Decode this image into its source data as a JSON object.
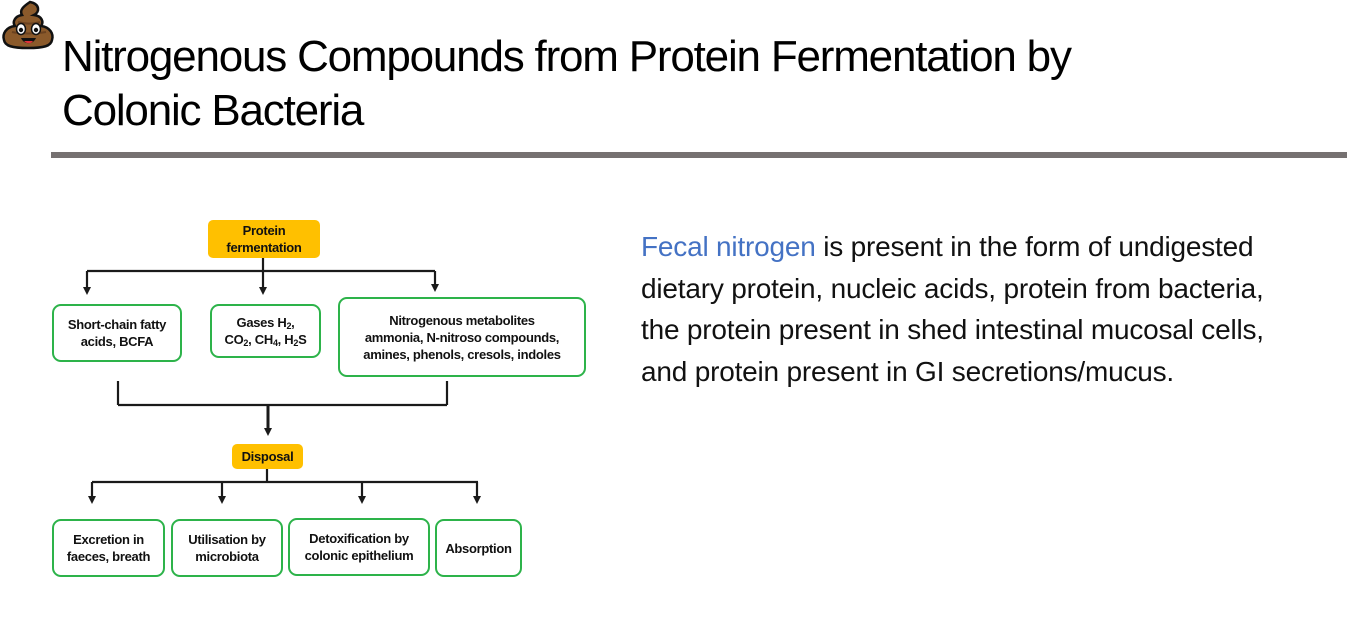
{
  "slide": {
    "title_line1": "Nitrogenous Compounds from Protein Fermentation by",
    "title_line2": "Colonic Bacteria",
    "separator_color": "#767171"
  },
  "diagram": {
    "root": {
      "label_line1": "Protein",
      "label_line2": "fermentation"
    },
    "products": [
      {
        "label_line1": "Short-chain fatty",
        "label_line2": "acids, BCFA"
      },
      {
        "label_line1": "Gases H",
        "h2_sub": "2",
        "h2_suffix": ",",
        "label_line2a": "CO",
        "co2_sub": "2",
        "label_line2b": ", CH",
        "ch4_sub": "4",
        "label_line2c": ", H",
        "h2s_sub": "2",
        "label_line2d": "S"
      },
      {
        "label_line1": "Nitrogenous metabolites",
        "label_line2": "ammonia, N-nitroso compounds,",
        "label_line3": "amines, phenols, cresols, indoles"
      }
    ],
    "disposal": {
      "label": "Disposal",
      "icon": "pile-of-poo-emoji"
    },
    "outcomes": [
      {
        "label_line1": "Excretion in",
        "label_line2": "faeces, breath"
      },
      {
        "label_line1": "Utilisation by",
        "label_line2": "microbiota"
      },
      {
        "label_line1": "Detoxification by",
        "label_line2": "colonic epithelium"
      },
      {
        "label_line1": "Absorption"
      }
    ],
    "colors": {
      "orange_box": "#ffc000",
      "green_border": "#2db34a",
      "arrow": "#1a1a1a"
    }
  },
  "paragraph": {
    "highlight": "Fecal nitrogen",
    "highlight_color": "#4472c4",
    "rest": " is present in the form of undigested dietary protein, nucleic acids, protein from bacteria, the protein present in shed intestinal mucosal cells, and protein present in GI secretions/mucus."
  }
}
